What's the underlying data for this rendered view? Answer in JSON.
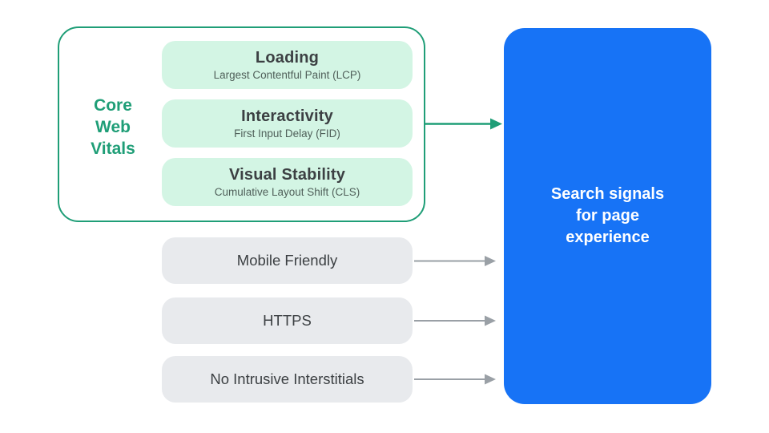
{
  "colors": {
    "green": "#1f9e77",
    "mint": "#d3f5e4",
    "gray_pill": "#e8eaed",
    "blue": "#1773f6",
    "text_dark": "#3c4043",
    "text_sub": "#50605a",
    "arrow_gray": "#9aa0a6",
    "white_text": "#ffffff"
  },
  "core_web_vitals": {
    "label_lines": [
      "Core",
      "Web",
      "Vitals"
    ],
    "items": [
      {
        "title": "Loading",
        "subtitle": "Largest Contentful Paint (LCP)"
      },
      {
        "title": "Interactivity",
        "subtitle": "First Input Delay (FID)"
      },
      {
        "title": "Visual Stability",
        "subtitle": "Cumulative Layout Shift (CLS)"
      }
    ]
  },
  "other_signals": [
    {
      "label": "Mobile Friendly"
    },
    {
      "label": "HTTPS"
    },
    {
      "label": "No Intrusive Interstitials"
    }
  ],
  "destination": {
    "label_lines": [
      "Search signals",
      "for page",
      "experience"
    ]
  }
}
